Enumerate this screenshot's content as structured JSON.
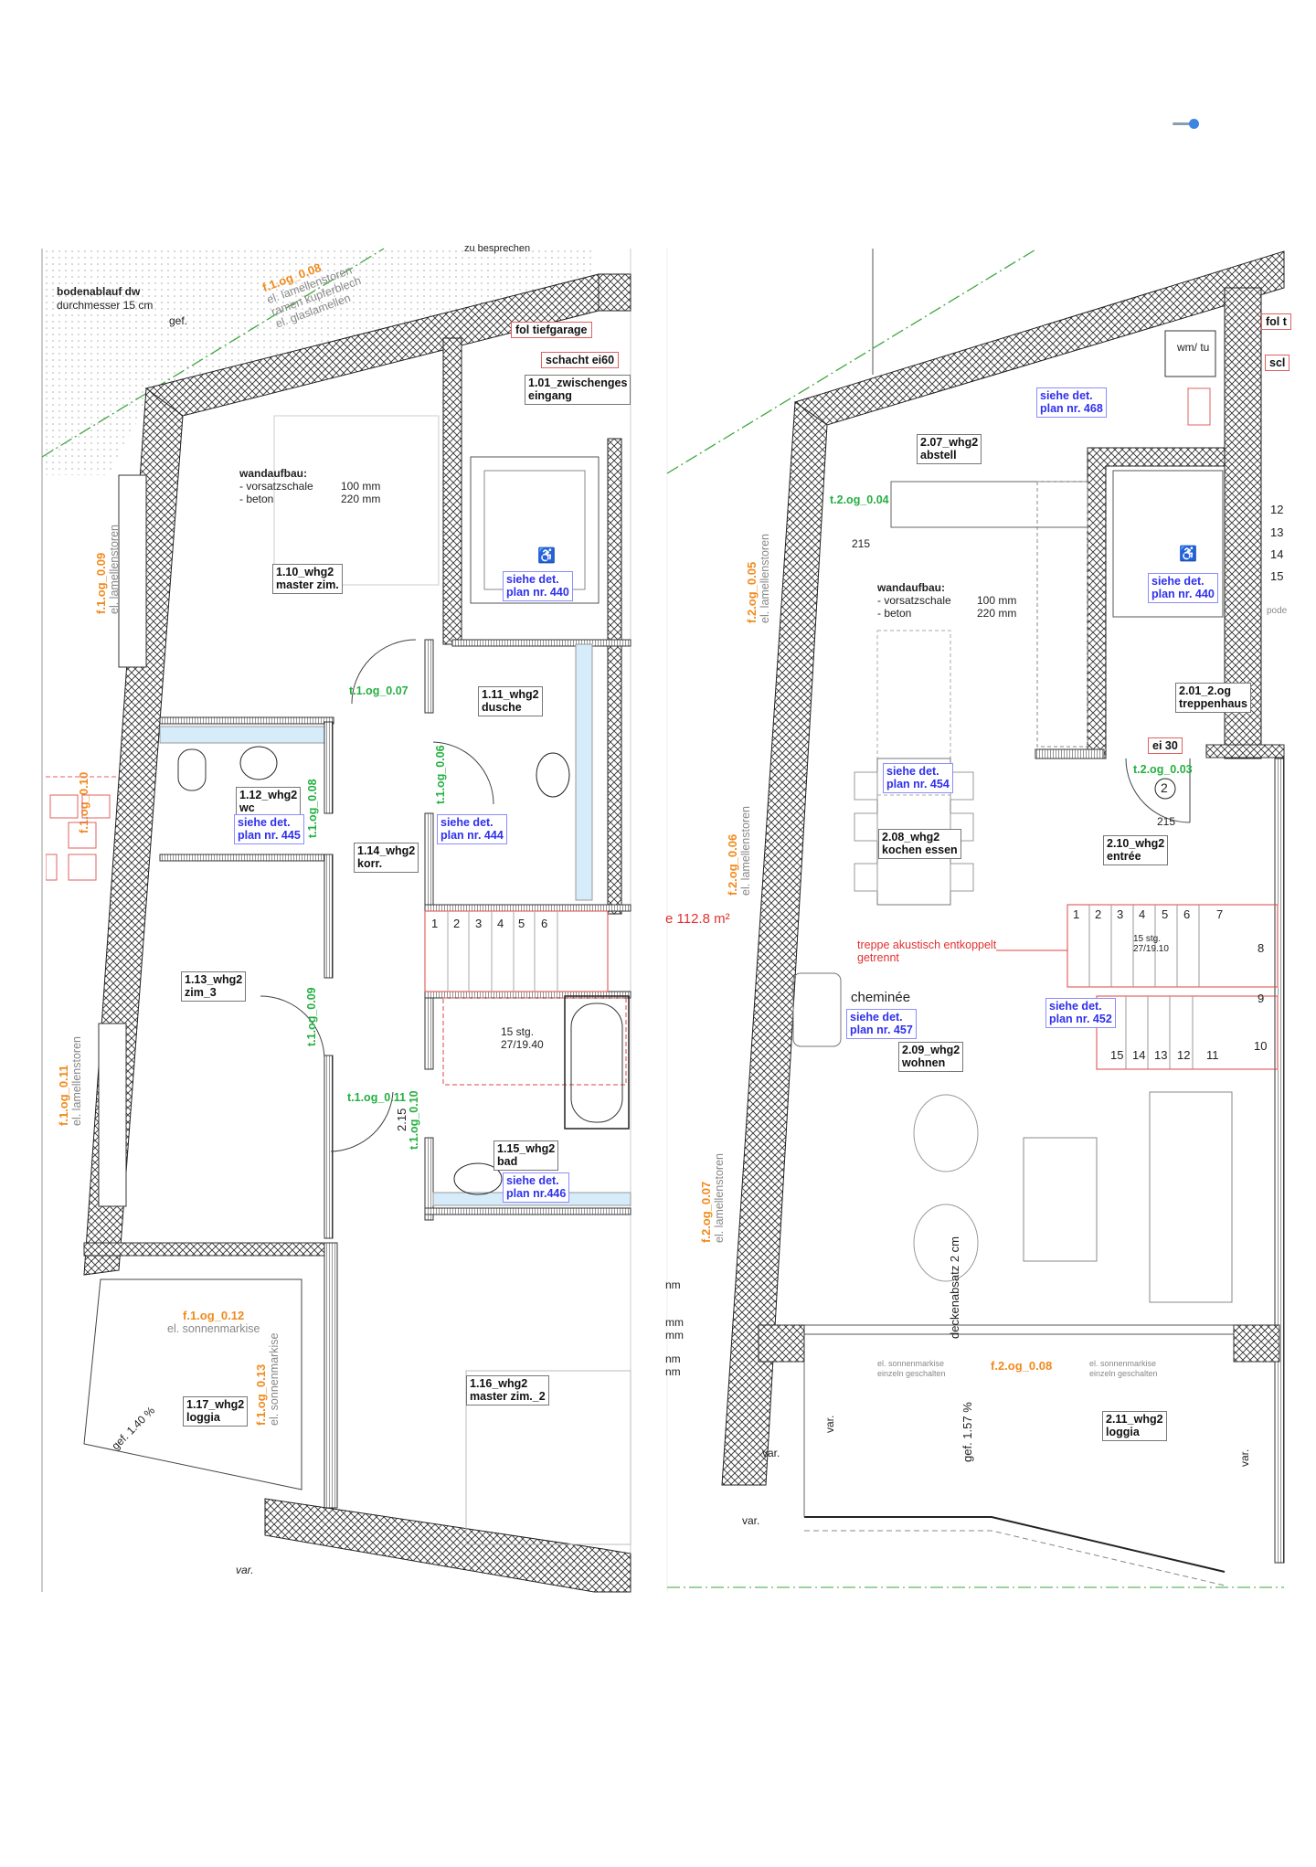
{
  "viewer": {
    "zoom_slider_value": 1.0
  },
  "left_plan": {
    "notes": {
      "zu_besprechen": "zu besprechen",
      "bodenablauf_title": "bodenablauf dw",
      "bodenablauf_sub": "durchmesser 15 cm",
      "gef": "gef.",
      "wandaufbau_title": "wandaufbau:",
      "wandaufbau_l1": "- vorsatzschale",
      "wandaufbau_l2": "- beton",
      "wandaufbau_v1": "100 mm",
      "wandaufbau_v2": "220 mm",
      "stair_info_1": "15 stg.",
      "stair_info_2": "27/19.40",
      "dim_215": "2.15",
      "gef_loggia": "gef. 1.40 %",
      "var": "var."
    },
    "windows": [
      {
        "code": "f.1.og_0.08",
        "desc": [
          "el. lamellenstoren",
          "ramen kupferblech",
          "el. glaslamellen"
        ]
      },
      {
        "code": "f.1.og_0.09",
        "desc": [
          "el. lamellenstoren"
        ]
      },
      {
        "code": "f.1.og_0.10",
        "desc": []
      },
      {
        "code": "f.1.og_0.11",
        "desc": [
          "el. lamellenstoren"
        ]
      },
      {
        "code": "f.1.og_0.12",
        "desc": [
          "el. sonnenmarkise"
        ]
      },
      {
        "code": "f.1.og_0.13",
        "desc": [
          "el. sonnenmarkise"
        ]
      }
    ],
    "doors": [
      "t.1.og_0.07",
      "t.1.og_0.08",
      "t.1.og_0.06",
      "t.1.og_0.09",
      "t.1.og_0.11",
      "t.1.og_0.10"
    ],
    "red_tags": [
      "fol tiefgarage",
      "schacht ei60"
    ],
    "rooms": [
      {
        "id": "1.01_zwischenges",
        "name": "eingang"
      },
      {
        "id": "1.10_whg2",
        "name": "master zim."
      },
      {
        "id": "1.11_whg2",
        "name": "dusche"
      },
      {
        "id": "1.12_whg2",
        "name": "wc"
      },
      {
        "id": "1.14_whg2",
        "name": "korr."
      },
      {
        "id": "1.13_whg2",
        "name": "zim_3"
      },
      {
        "id": "1.15_whg2",
        "name": "bad"
      },
      {
        "id": "1.17_whg2",
        "name": "loggia"
      },
      {
        "id": "1.16_whg2",
        "name": "master zim._2"
      }
    ],
    "details": [
      {
        "l1": "siehe det.",
        "l2": "plan nr. 440"
      },
      {
        "l1": "siehe det.",
        "l2": "plan nr. 445"
      },
      {
        "l1": "siehe det.",
        "l2": "plan nr. 444"
      },
      {
        "l1": "siehe det.",
        "l2": "plan nr.446"
      }
    ],
    "stair_steps": [
      "1",
      "2",
      "3",
      "4",
      "5",
      "6"
    ]
  },
  "right_plan": {
    "notes": {
      "wm_tu": "wm/ tu",
      "fol": "fol t",
      "scl": "scl",
      "dim_215a": "215",
      "dim_215b": "215",
      "wandaufbau_title": "wandaufbau:",
      "wandaufbau_l1": "- vorsatzschale",
      "wandaufbau_l2": "- beton",
      "wandaufbau_v1": "100 mm",
      "wandaufbau_v2": "220 mm",
      "podest": "pode",
      "ei30": "ei 30",
      "circle_num": "2",
      "area": "e 112.8 m²",
      "treppe_1": "treppe akustisch entkoppelt",
      "treppe_2": "getrennt",
      "stair_info_1": "15 stg.",
      "stair_info_2": "27/19.10",
      "cheminee": "cheminée",
      "deckenabsatz": "deckenabsatz 2 cm",
      "markise_1a": "el. sonnenmarkise",
      "markise_1b": "einzeln geschalten",
      "markise_2a": "el. sonnenmarkise",
      "markise_2b": "einzeln geschalten",
      "gef_loggia": "gef. 1.57 %",
      "var1": "var.",
      "var2": "var.",
      "var3": "var.",
      "var4": "var.",
      "side_units": [
        "nm",
        "mm",
        "mm",
        "nm",
        "nm"
      ]
    },
    "windows": [
      {
        "code": "f.2.og_0.05",
        "desc": [
          "el. lamellenstoren"
        ]
      },
      {
        "code": "f.2.og_0.06",
        "desc": [
          "el. lamellenstoren"
        ]
      },
      {
        "code": "f.2.og_0.07",
        "desc": [
          "el. lamellenstoren"
        ]
      },
      {
        "code": "f.2.og_0.08",
        "desc": []
      }
    ],
    "doors": [
      "t.2.og_0.04",
      "t.2.og_0.03"
    ],
    "rooms": [
      {
        "id": "2.07_whg2",
        "name": "abstell"
      },
      {
        "id": "2.01_2.og",
        "name": "treppenhaus"
      },
      {
        "id": "2.08_whg2",
        "name": "kochen essen"
      },
      {
        "id": "2.10_whg2",
        "name": "entrée"
      },
      {
        "id": "2.09_whg2",
        "name": "wohnen"
      },
      {
        "id": "2.11_whg2",
        "name": "loggia"
      }
    ],
    "details": [
      {
        "l1": "siehe det.",
        "l2": "plan nr. 468"
      },
      {
        "l1": "siehe det.",
        "l2": "plan nr. 440"
      },
      {
        "l1": "siehe det.",
        "l2": "plan nr. 454"
      },
      {
        "l1": "siehe det.",
        "l2": "plan nr. 457"
      },
      {
        "l1": "siehe det.",
        "l2": "plan nr. 452"
      }
    ],
    "stair_side_steps": [
      "12",
      "13",
      "14",
      "15"
    ],
    "stair_top_steps": [
      "1",
      "2",
      "3",
      "4",
      "5",
      "6",
      "7"
    ],
    "stair_turn_steps": [
      "8",
      "9",
      "10"
    ],
    "stair_bottom_steps": [
      "15",
      "14",
      "13",
      "12",
      "11"
    ]
  },
  "colors": {
    "door": "#23b040",
    "window": "#f08a1c",
    "detail": "#3030ee",
    "warning": "#e23030",
    "slider": "#3a86e0"
  }
}
